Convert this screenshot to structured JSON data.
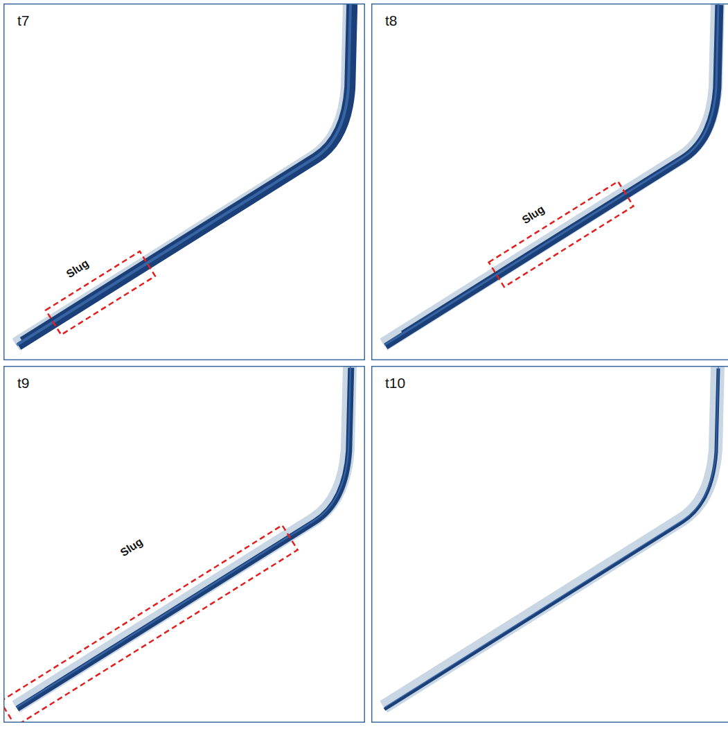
{
  "diagram": {
    "labels": [
      "t7",
      "Slug",
      "t8",
      "Slug",
      "t9",
      "Slug",
      "t10"
    ]
  }
}
